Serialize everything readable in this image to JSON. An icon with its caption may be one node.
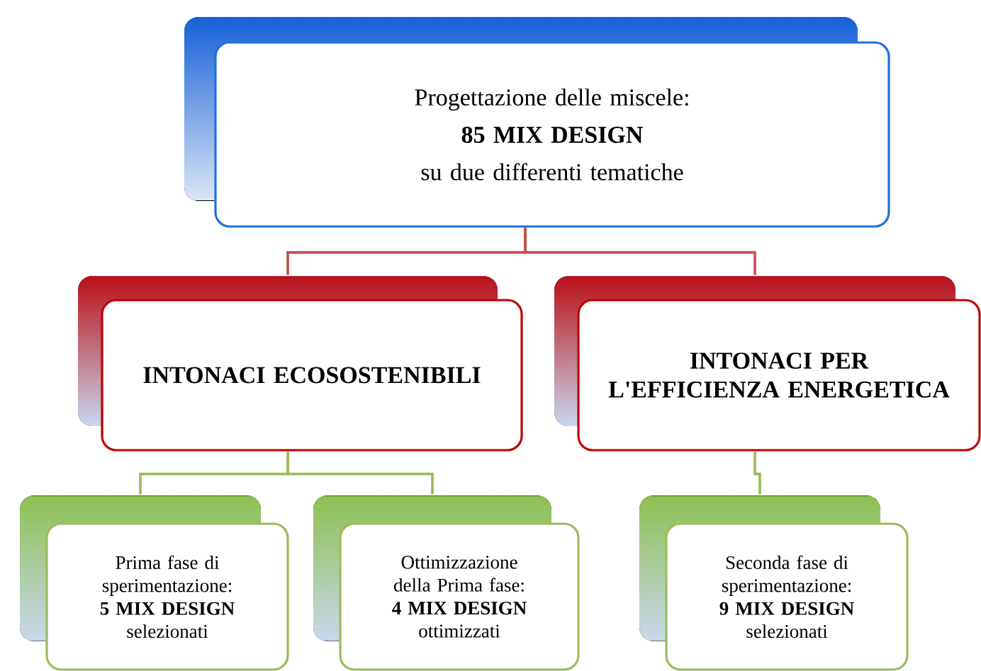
{
  "diagram": {
    "nodes": [
      {
        "text": [
          "Progettazione delle miscele:",
          "85 MIX DESIGN",
          "su due differenti tematiche"
        ]
      },
      {
        "text": [
          "INTONACI ECOSOSTENIBILI"
        ]
      },
      {
        "text": [
          "INTONACI PER L'EFFICIENZA ENERGETICA"
        ]
      },
      {
        "text": [
          "Prima fase di sperimentazione:",
          "5 MIX DESIGN",
          "selezionati"
        ]
      },
      {
        "text": [
          "Ottimizzazione della Prima fase:",
          "4 MIX DESIGN",
          "ottimizzati"
        ]
      },
      {
        "text": [
          "Seconda fase di sperimentazione:",
          "9 MIX DESIGN",
          "selezionati"
        ]
      }
    ],
    "edges": [
      {
        "from": 0,
        "to": 1,
        "arrow": "none",
        "color": "#c0504d"
      },
      {
        "from": 0,
        "to": 2,
        "arrow": "none",
        "color": "#c0504d"
      },
      {
        "from": 1,
        "to": 3,
        "arrow": "none"
      },
      {
        "from": 1,
        "to": 4,
        "arrow": "none"
      },
      {
        "from": 2,
        "to": 5,
        "arrow": "none"
      }
    ]
  }
}
